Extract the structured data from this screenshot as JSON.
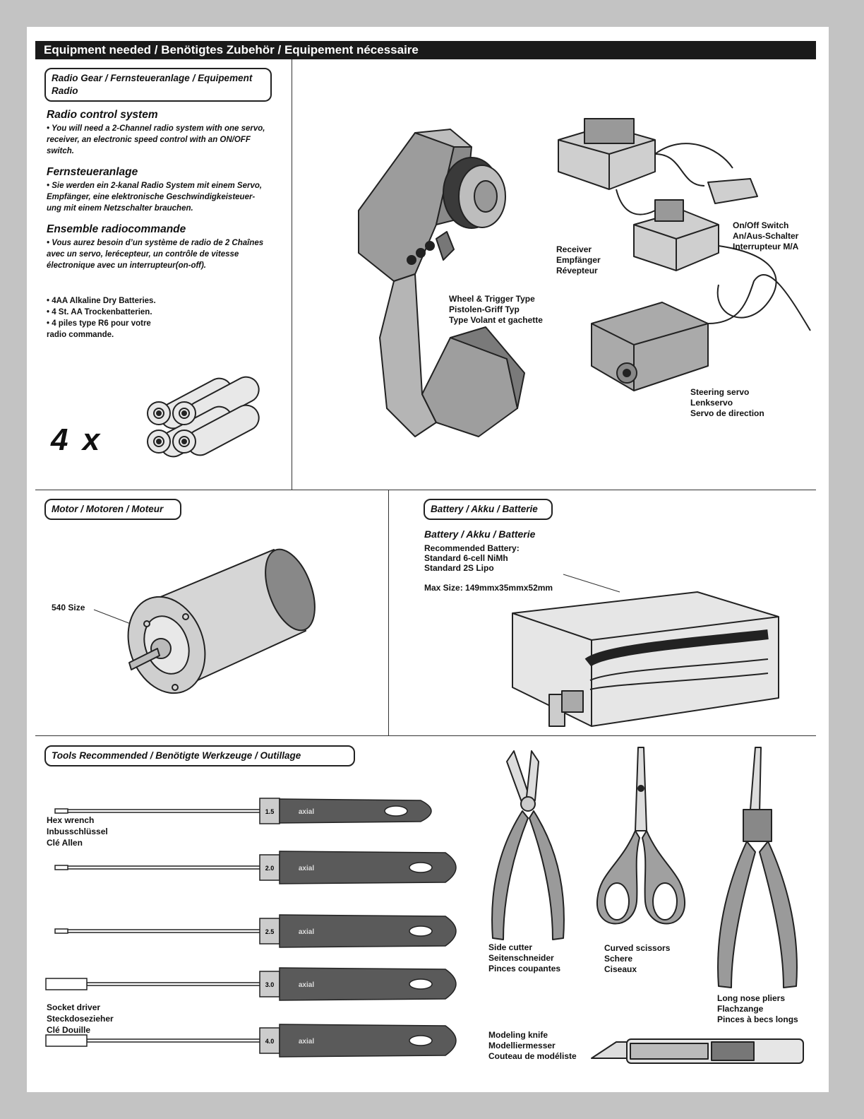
{
  "header": {
    "title": "Equipment needed / Benötigtes Zubehör / Equipement nécessaire"
  },
  "radio": {
    "pill": "Radio Gear / Fernsteueranlage / Equipement Radio",
    "en_heading": "Radio  control  system",
    "en_text": "• You will need a 2-Channel radio system with one servo,\nreceiver, an electronic speed control with an ON/OFF\nswitch.",
    "de_heading": "Fernsteueranlage",
    "de_text": "• Sie werden  ein 2-kanal Radio System mit einem  Servo,\nEmpfänger, eine elektronische Geschwindigkeisteuer-\nung mit einem Netzschalter brauchen.",
    "fr_heading": "Ensemble radiocommande",
    "fr_text": "• Vous aurez besoin d’un système de radio de 2 Chaînes\navec un servo, lerécepteur, un contrôle de vitesse\nélectronique avec un interrupteur(on-off).",
    "batteries_text": "• 4AA Alkaline Dry Batteries.\n• 4 St. AA Trockenbatterien.\n• 4 piles type R6 pour votre\n   radio commande.",
    "count": "4 x",
    "transmitter_label": "Wheel & Trigger Type\nPistolen-Griff Typ\nType Volant et gachette",
    "receiver_label": "Receiver\nEmpfänger\nRévepteur",
    "switch_label": "On/Off Switch\nAn/Aus-Schalter\nInterrupteur M/A",
    "servo_label": "Steering servo\nLenkservo\nServo de direction"
  },
  "motor": {
    "pill": "Motor / Motoren / Moteur",
    "size_label": "540 Size"
  },
  "battery": {
    "pill": "Battery / Akku / Batterie",
    "heading": "Battery / Akku / Batterie",
    "text": "Recommended Battery:\nStandard 6-cell NiMh\nStandard 2S Lipo",
    "max_size": "Max Size: 149mmx35mmx52mm"
  },
  "tools": {
    "pill": "Tools Recommended / Benötigte Werkzeuge  / Outillage",
    "hex_label": "Hex wrench\nInbusschlüssel\nClé Allen",
    "socket_label": "Socket driver\nSteckdosezieher\nClé Douille",
    "driver_sizes": [
      "1.5",
      "2.0",
      "2.5",
      "3.0",
      "4.0"
    ],
    "brand": "axial",
    "side_cutter": "Side cutter\nSeitenschneider\nPinces coupantes",
    "scissors": "Curved scissors\nSchere\nCiseaux",
    "pliers": "Long nose pliers\nFlachzange\nPinces à becs longs",
    "knife": "Modeling knife\nModelliermesser\nCouteau de modéliste"
  }
}
